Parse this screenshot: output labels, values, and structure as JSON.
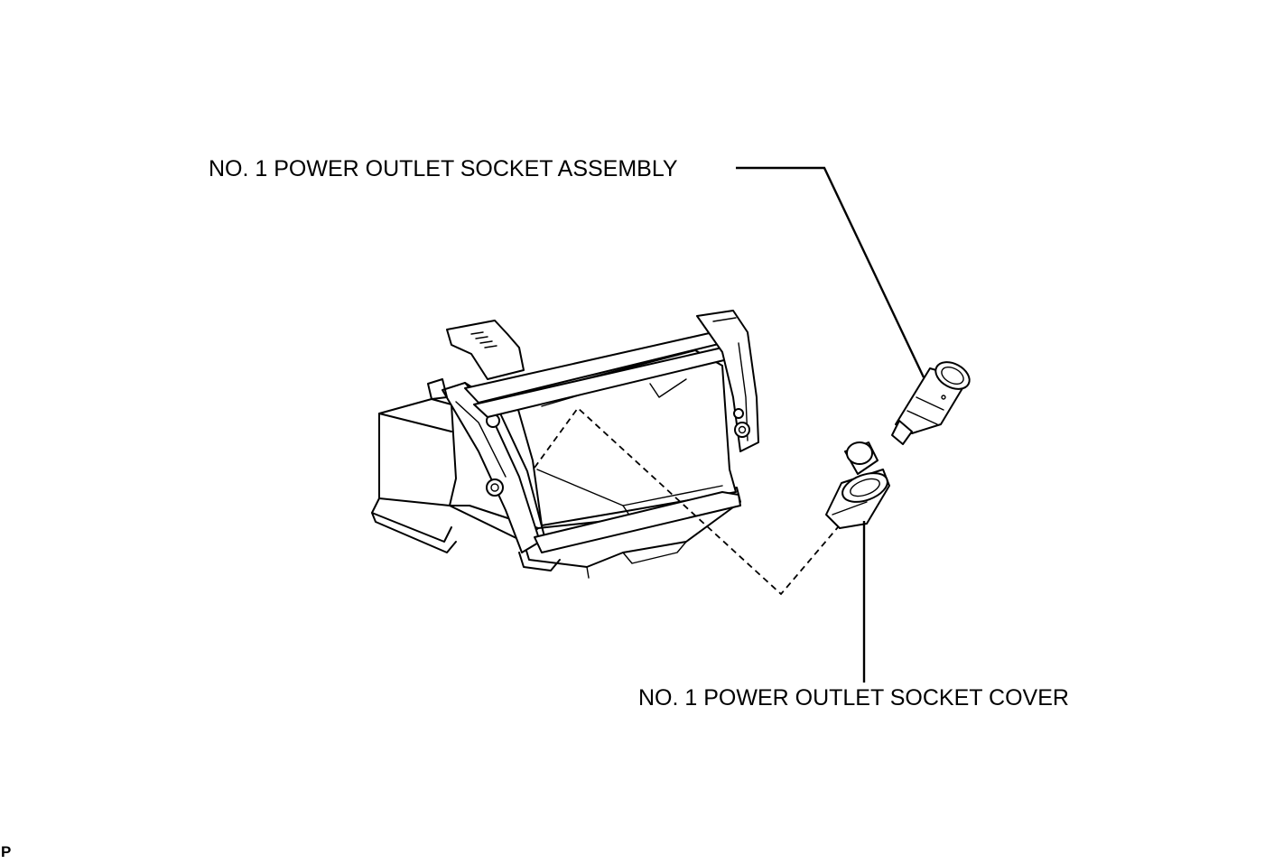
{
  "callouts": {
    "socket_assembly": "NO. 1 POWER OUTLET SOCKET ASSEMBLY",
    "socket_cover": "NO. 1 POWER OUTLET SOCKET COVER"
  },
  "corner_mark": "P",
  "colors": {
    "line": "#000000",
    "background": "#ffffff"
  }
}
